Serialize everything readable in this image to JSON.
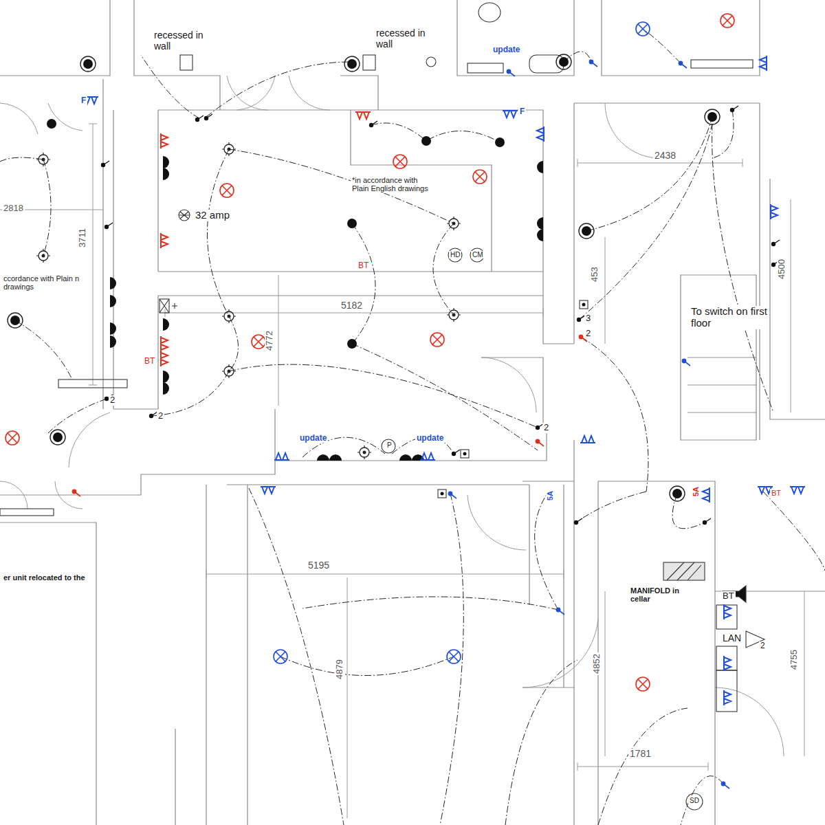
{
  "diagram": {
    "labels": [
      "recessed in wall",
      "recessed in wall",
      "update",
      "F",
      "2818",
      "3711",
      "ccordance with Plain n drawings",
      "*in accordance with Plain English drawings",
      "32 amp",
      "BT",
      "HD",
      "CM",
      "5182",
      "4772",
      "BT",
      "2",
      "2",
      "2438",
      "453",
      "4500",
      "To switch on first floor",
      "3",
      "2",
      "2",
      "update",
      "update",
      "P",
      "5195",
      "4879",
      "5A",
      "5A",
      "BT",
      "er unit relocated to the",
      "MANIFOLD in cellar",
      "BT",
      "LAN",
      "2",
      "4852",
      "4755",
      "1781",
      "SD",
      "F"
    ]
  }
}
